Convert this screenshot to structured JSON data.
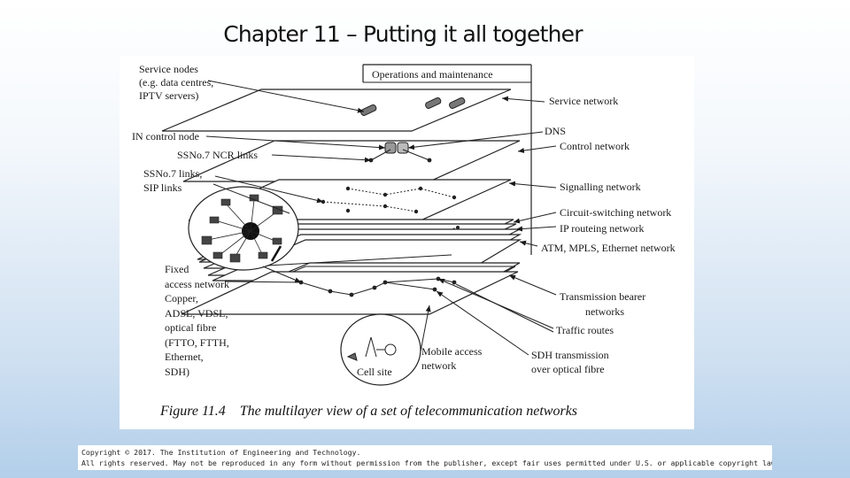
{
  "slide": {
    "title": "Chapter 11 – Putting it all together"
  },
  "figure": {
    "caption": "Figure 11.4    The multilayer view of a set of telecommunication networks",
    "header_label": "Operations and maintenance",
    "left_labels": {
      "service_nodes": [
        "Service nodes",
        "(e.g. data centres,",
        "IPTV servers)"
      ],
      "in_control_node": "IN control node",
      "ssno7_ncr": "SSNo.7 NCR links",
      "ssno7_sip": [
        "SSNo.7 links,",
        "SIP links"
      ],
      "fixed_access": [
        "Fixed",
        "access network",
        "Copper,",
        "ADSL, VDSL,",
        "optical fibre",
        "(FTTO, FTTH,",
        "Ethernet,",
        "SDH)"
      ],
      "cell_site": "Cell site",
      "mobile_access": [
        "Mobile access",
        "network"
      ]
    },
    "right_labels": {
      "service_network": "Service network",
      "dns": "DNS",
      "control_network": "Control network",
      "signalling_network": "Signalling network",
      "circuit_switching": "Circuit-switching network",
      "ip_routeing": "IP routeing network",
      "atm_mpls": "ATM, MPLS, Ethernet network",
      "transmission_bearer": [
        "Transmission bearer",
        "networks"
      ],
      "traffic_routes": "Traffic routes",
      "sdh_transmission": [
        "SDH transmission",
        "over optical fibre"
      ]
    }
  },
  "copyright": {
    "line1": "Copyright © 2017. The Institution of Engineering and Technology.",
    "line2": "All rights reserved. May not be reproduced in any form without permission from the publisher, except fair uses permitted under U.S. or applicable copyright law."
  },
  "colors": {
    "ink": "#1a1a1a",
    "plane_fill": "#ffffff",
    "background_top": "#ffffff",
    "background_bottom": "#b3cfea"
  }
}
